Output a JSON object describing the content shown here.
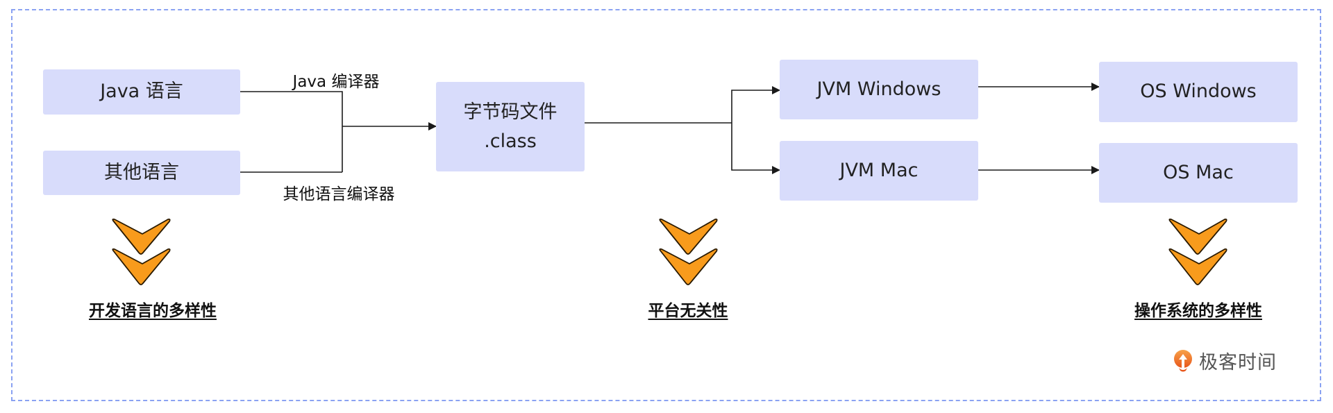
{
  "nodes": {
    "java_lang": "Java 语言",
    "other_lang": "其他语言",
    "bytecode_line1": "字节码文件",
    "bytecode_line2": ".class",
    "jvm_windows": "JVM Windows",
    "jvm_mac": "JVM Mac",
    "os_windows": "OS Windows",
    "os_mac": "OS Mac"
  },
  "edge_labels": {
    "java_compiler": "Java 编译器",
    "other_compiler": "其他语言编译器"
  },
  "captions": {
    "language_diversity": "开发语言的多样性",
    "platform_independence": "平台无关性",
    "os_diversity": "操作系统的多样性"
  },
  "brand": {
    "name": "极客时间",
    "icon": "geektime-logo-icon"
  },
  "colors": {
    "node_fill": "#d8dcfb",
    "frame_border": "#8aa2f2",
    "chevron_fill": "#f89b1c",
    "line": "#1a1a1a",
    "brand_orange": "#f0741f"
  }
}
